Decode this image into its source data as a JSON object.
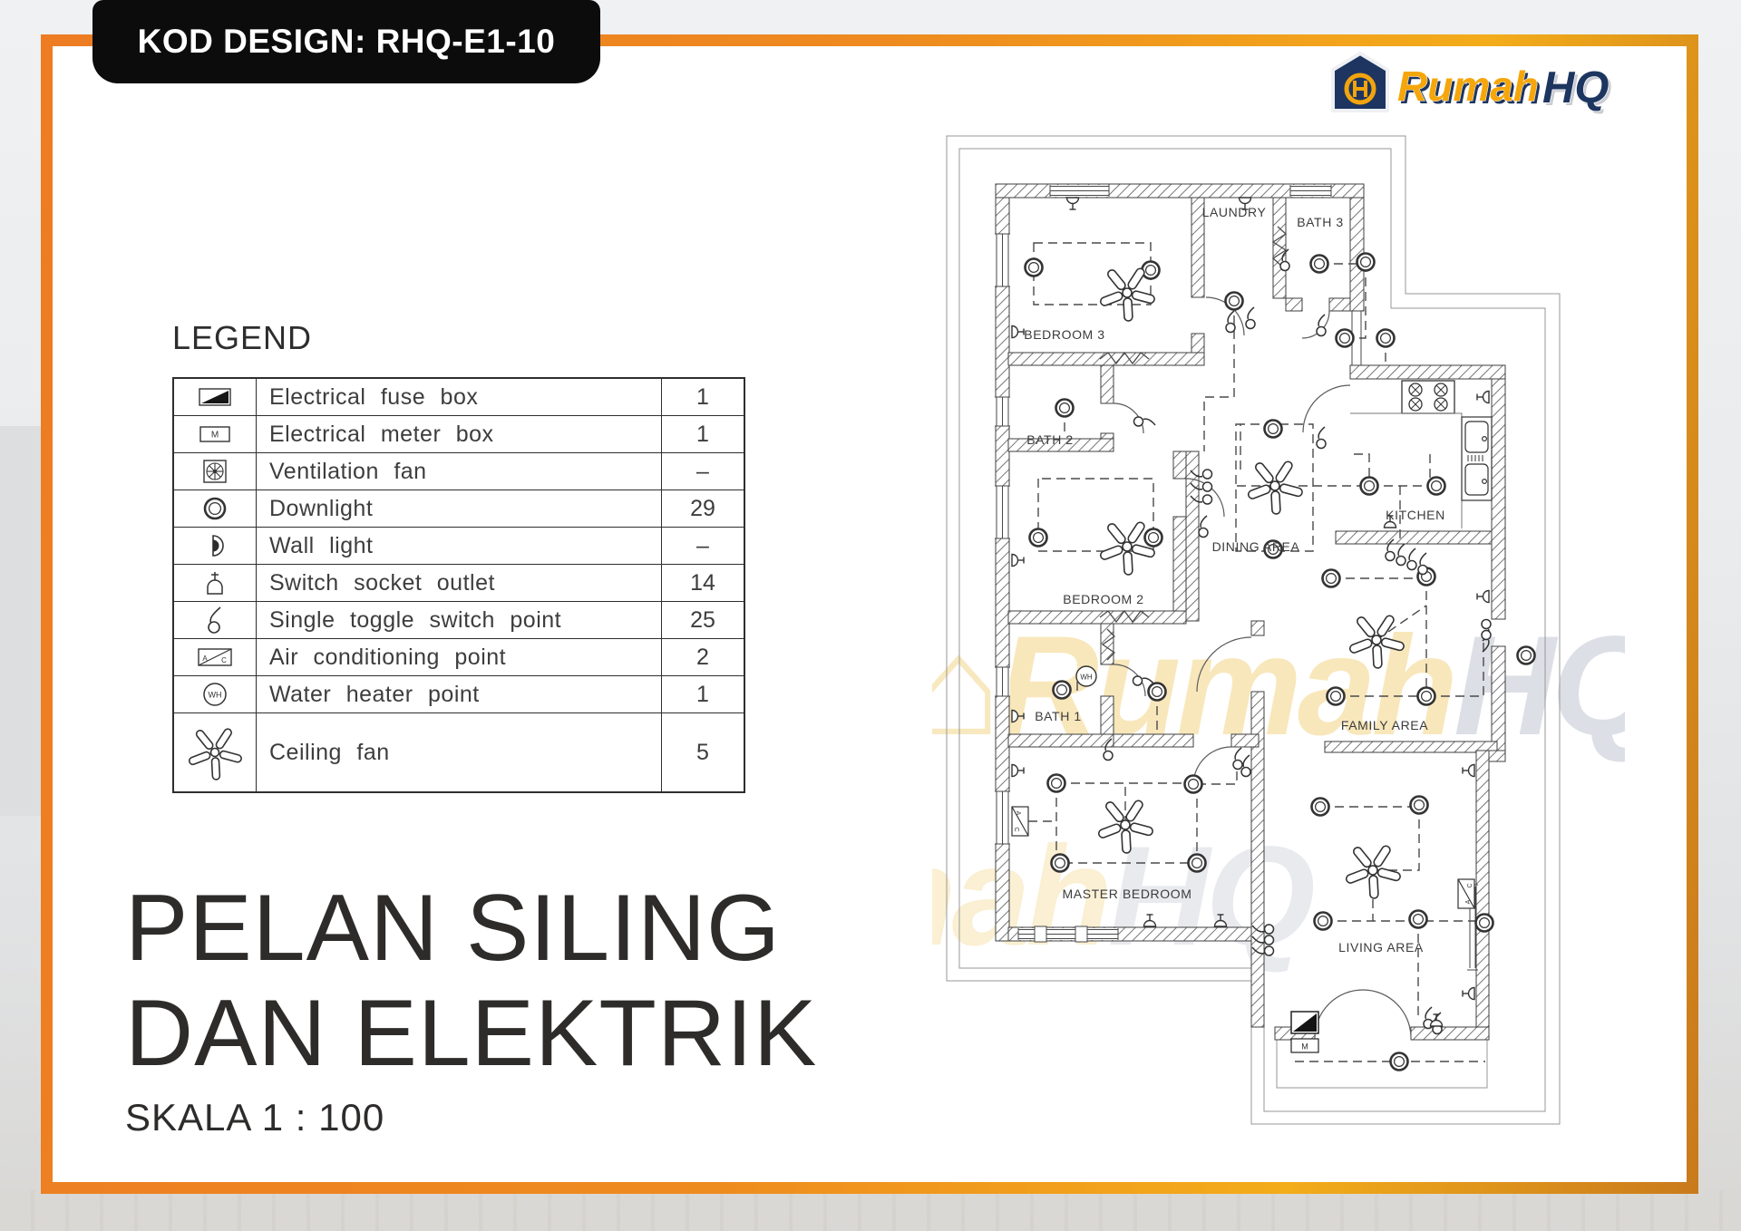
{
  "badge": {
    "kod_design": "KOD DESIGN: RHQ-E1-10"
  },
  "logo": {
    "brand_primary": "Rumah",
    "brand_secondary": "HQ"
  },
  "legend": {
    "heading": "LEGEND",
    "rows": [
      {
        "icon": "fuse-box-icon",
        "label": "Electrical fuse box",
        "count": "1"
      },
      {
        "icon": "meter-box-icon",
        "label": "Electrical meter box",
        "count": "1"
      },
      {
        "icon": "ventilation-fan-icon",
        "label": "Ventilation fan",
        "count": "–"
      },
      {
        "icon": "downlight-icon",
        "label": "Downlight",
        "count": "29"
      },
      {
        "icon": "wall-light-icon",
        "label": "Wall light",
        "count": "–"
      },
      {
        "icon": "switch-socket-icon",
        "label": "Switch socket outlet",
        "count": "14"
      },
      {
        "icon": "toggle-switch-icon",
        "label": "Single toggle switch point",
        "count": "25"
      },
      {
        "icon": "air-conditioning-icon",
        "label": "Air conditioning point",
        "count": "2"
      },
      {
        "icon": "water-heater-icon",
        "label": "Water heater point",
        "count": "1"
      },
      {
        "icon": "ceiling-fan-icon",
        "label": "Ceiling fan",
        "count": "5"
      }
    ]
  },
  "title": {
    "line1": "PELAN SILING",
    "line2": "DAN ELEKTRIK",
    "scale": "SKALA 1 : 100"
  },
  "plan": {
    "rooms": [
      {
        "label": "BEDROOM 3"
      },
      {
        "label": "LAUNDRY"
      },
      {
        "label": "BATH 3"
      },
      {
        "label": "BATH 2"
      },
      {
        "label": "BEDROOM 2"
      },
      {
        "label": "DINING AREA"
      },
      {
        "label": "KITCHEN"
      },
      {
        "label": "BATH 1"
      },
      {
        "label": "FAMILY AREA"
      },
      {
        "label": "MASTER BEDROOM"
      },
      {
        "label": "LIVING AREA"
      }
    ],
    "symbols": {
      "water_heater": "WH",
      "meter": "M",
      "ac_a": "A",
      "ac_c": "C"
    },
    "watermark": {
      "icon_glyph": "⌂",
      "text_primary": "Rumah",
      "text_secondary": "HQ"
    }
  },
  "colors": {
    "frame_orange": "#ED7C23",
    "frame_gold": "#F2A71F",
    "badge_black": "#0C0C0C",
    "brand_gold": "#F5A60A",
    "brand_navy": "#1C3560"
  }
}
